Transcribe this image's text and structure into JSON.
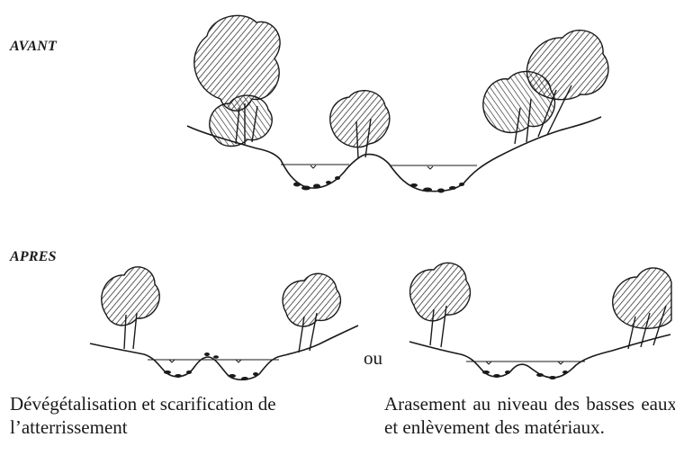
{
  "labels": {
    "before": "AVANT",
    "after": "APRES",
    "or": "ou"
  },
  "captions": {
    "left": "Dévégétalisation et scarification de l’atterrissement",
    "right": "Arasement au niveau des basses eaux et enlèvement des matériaux."
  },
  "colors": {
    "ink": "#1a1a1a"
  }
}
